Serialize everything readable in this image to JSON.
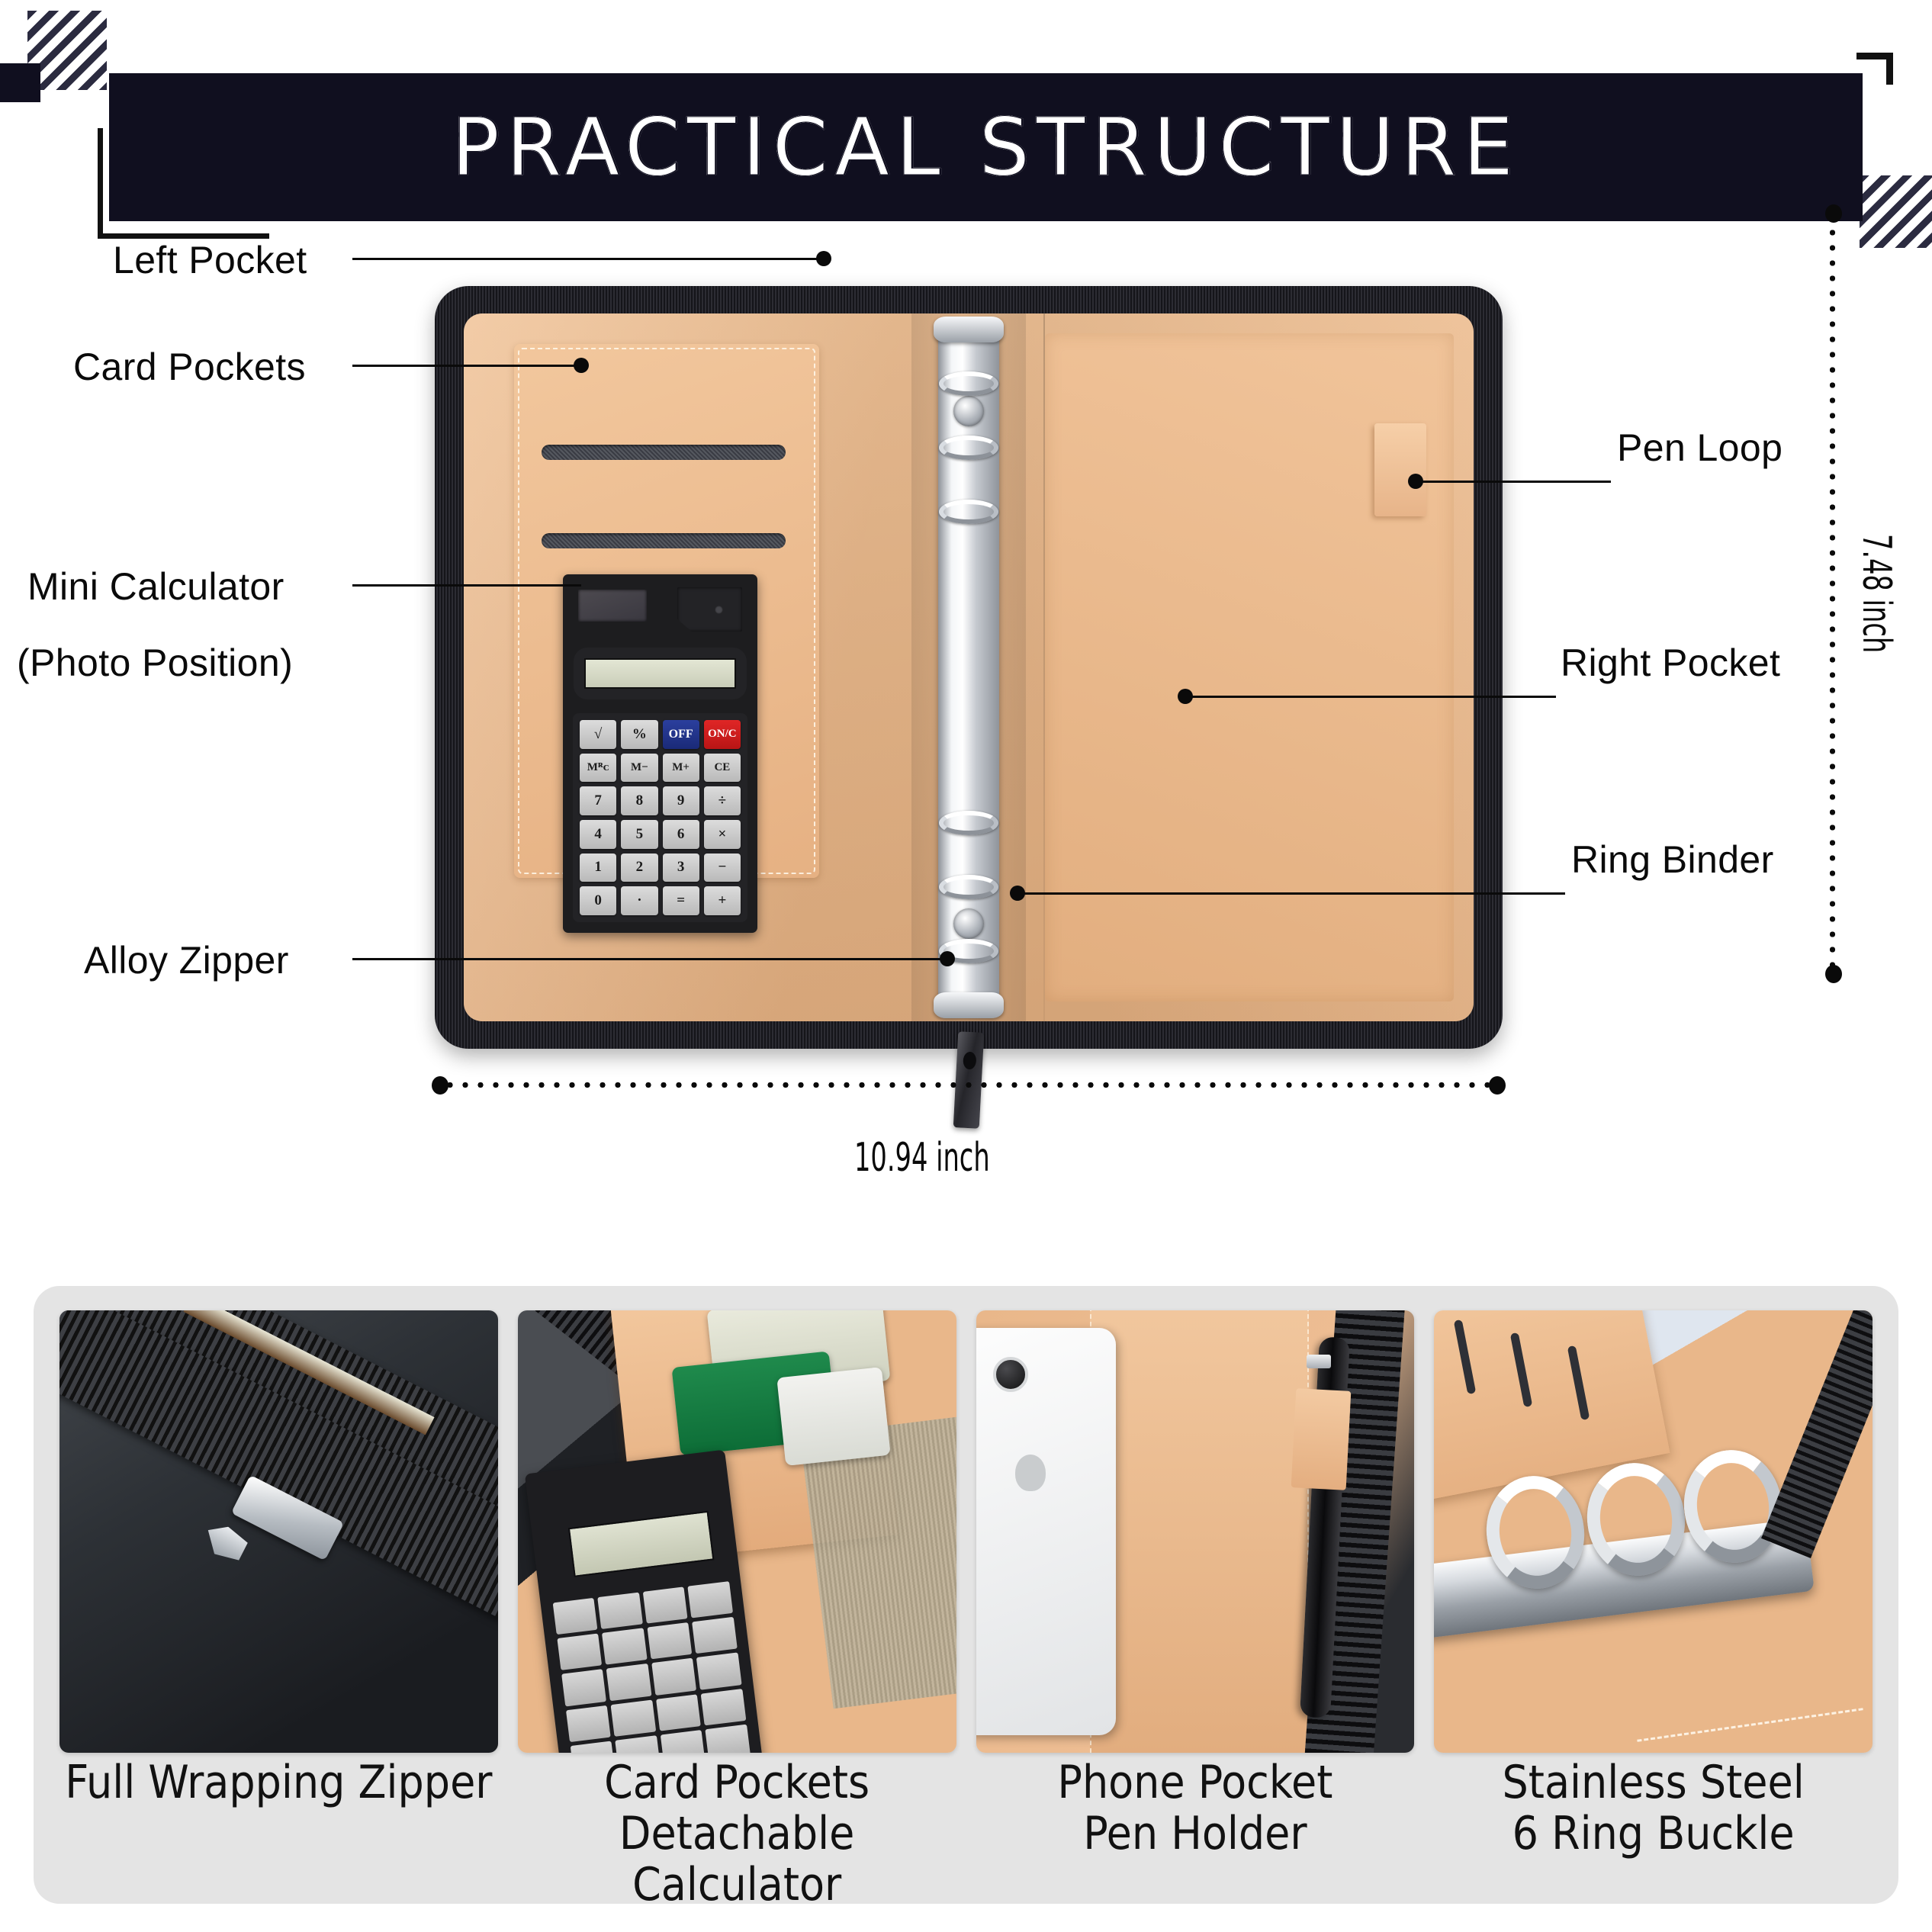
{
  "header": {
    "title": "PRACTICAL STRUCTURE",
    "banner_color": "#100f1f",
    "hatch_color": "#2b2b40"
  },
  "diagram": {
    "callouts_left": [
      {
        "id": "left-pocket",
        "label": "Left Pocket"
      },
      {
        "id": "card-pockets",
        "label": "Card Pockets"
      },
      {
        "id": "mini-calculator",
        "label": "Mini Calculator"
      },
      {
        "id": "photo-position",
        "label": "(Photo Position)"
      },
      {
        "id": "alloy-zipper",
        "label": "Alloy Zipper"
      }
    ],
    "callouts_right": [
      {
        "id": "pen-loop",
        "label": "Pen Loop"
      },
      {
        "id": "right-pocket",
        "label": "Right Pocket"
      },
      {
        "id": "ring-binder",
        "label": "Ring Binder"
      }
    ],
    "dimensions": {
      "width_label": "10.94 inch",
      "height_label": "7.48 inch"
    },
    "calculator": {
      "keys": [
        "√",
        "%",
        "OFF",
        "ON/C",
        "Mᴿᴄ",
        "M−",
        "M+",
        "CE",
        "7",
        "8",
        "9",
        "÷",
        "4",
        "5",
        "6",
        "×",
        "1",
        "2",
        "3",
        "−",
        "0",
        "·",
        "=",
        "+"
      ],
      "off_key": "OFF",
      "on_key": "ON/C",
      "off_color": "#1f2d86",
      "on_color": "#cf1c1c"
    },
    "ring_count": 6
  },
  "gallery": {
    "background": "#e4e4e4",
    "items": [
      {
        "id": "full-wrapping-zipper",
        "caption_lines": [
          "Full Wrapping Zipper"
        ]
      },
      {
        "id": "card-pockets-calculator",
        "caption_lines": [
          "Card Pockets",
          "Detachable Calculator"
        ]
      },
      {
        "id": "phone-pocket-pen-holder",
        "caption_lines": [
          "Phone Pocket",
          "Pen Holder"
        ]
      },
      {
        "id": "stainless-steel-rings",
        "caption_lines": [
          "Stainless Steel",
          "6 Ring Buckle"
        ]
      }
    ]
  }
}
